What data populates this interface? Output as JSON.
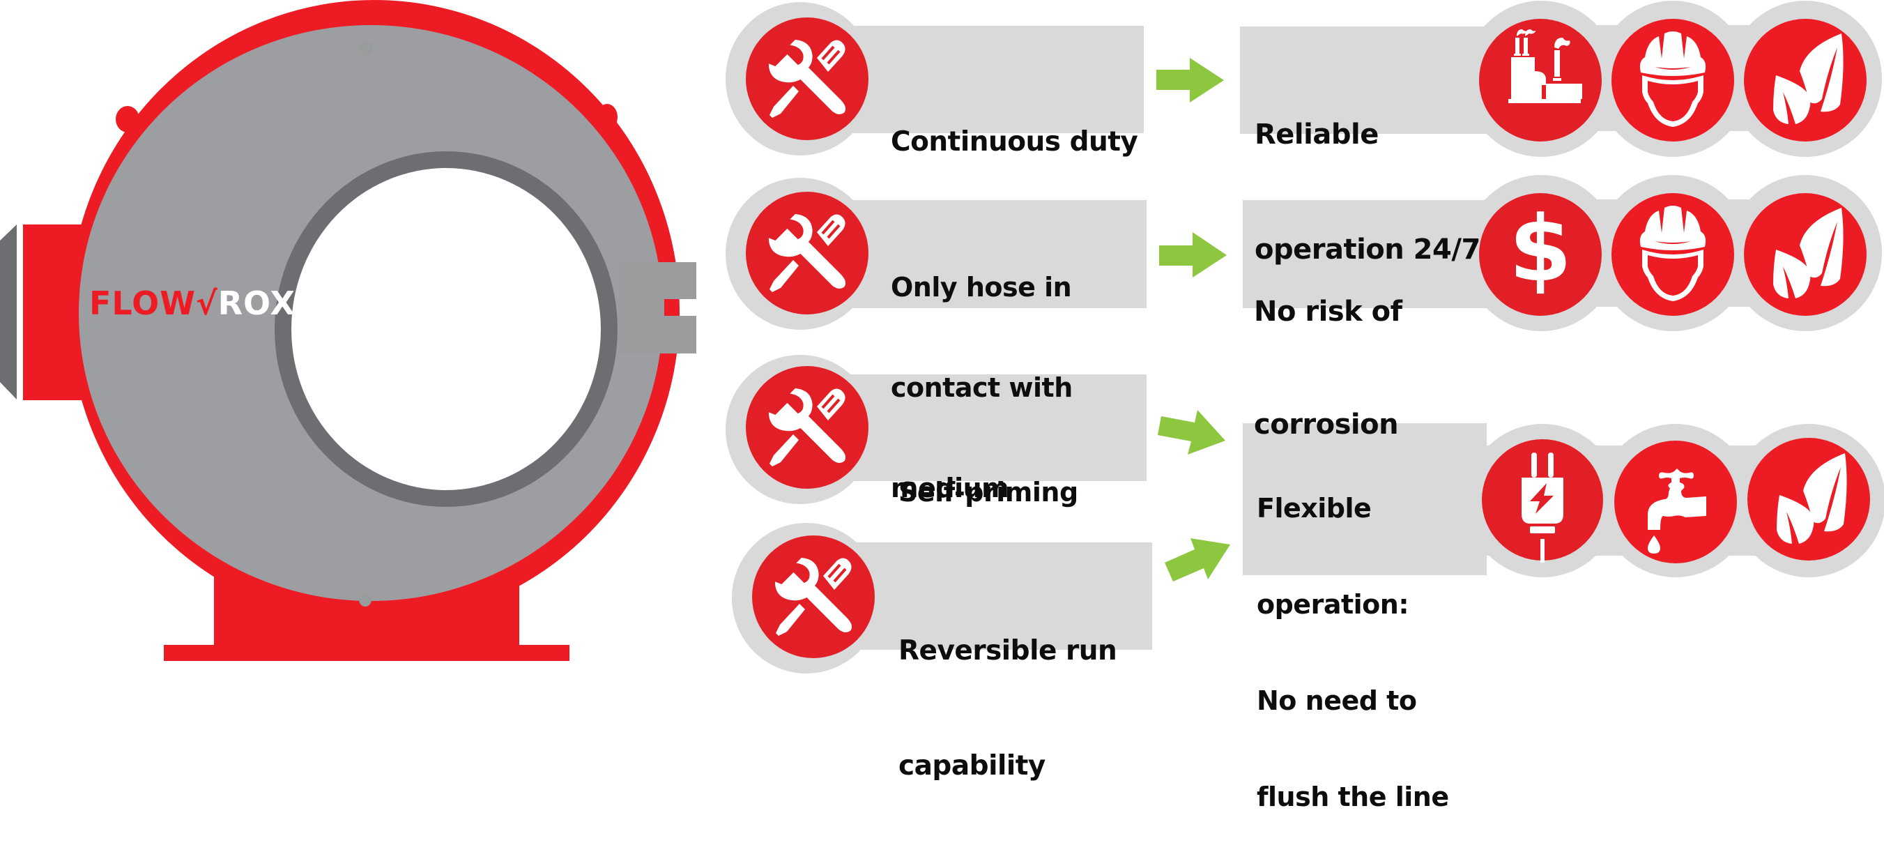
{
  "colors": {
    "brand_red": "#ed1c24",
    "icon_red": "#e21f26",
    "housing_gray": "#9d9ea2",
    "ring_gray": "#6d6e71",
    "flange_gray": "#6d6e71",
    "tab_gray": "#9b9c9e",
    "panel_gray": "#d9d9d9",
    "arrow_green": "#8dc63f",
    "text": "#0d0d0d"
  },
  "pump": {
    "logo_part1": "FLOW",
    "logo_mark": "√",
    "logo_part2": "ROX"
  },
  "features": [
    {
      "icon": "wrench-screwdriver-icon",
      "lines": [
        "Continuous duty"
      ]
    },
    {
      "icon": "wrench-screwdriver-icon",
      "lines": [
        "Only hose in",
        "contact with",
        "medium"
      ]
    },
    {
      "icon": "wrench-screwdriver-icon",
      "lines": [
        "Self-priming"
      ]
    },
    {
      "icon": "wrench-screwdriver-icon",
      "lines": [
        "Reversible run",
        "capability"
      ]
    }
  ],
  "benefits": [
    {
      "lines": [
        "Reliable",
        "operation 24/7"
      ],
      "icons": [
        "factory-icon",
        "hard-hat-worker-icon",
        "leaf-icon"
      ]
    },
    {
      "lines": [
        "No risk of",
        "corrosion"
      ],
      "icons": [
        "dollar-icon",
        "hard-hat-worker-icon",
        "leaf-icon"
      ]
    },
    {
      "lines": [
        "Flexible",
        "operation:",
        "No need to",
        "flush the line"
      ],
      "icons": [
        "electric-plug-icon",
        "water-tap-icon",
        "leaf-icon"
      ]
    }
  ]
}
